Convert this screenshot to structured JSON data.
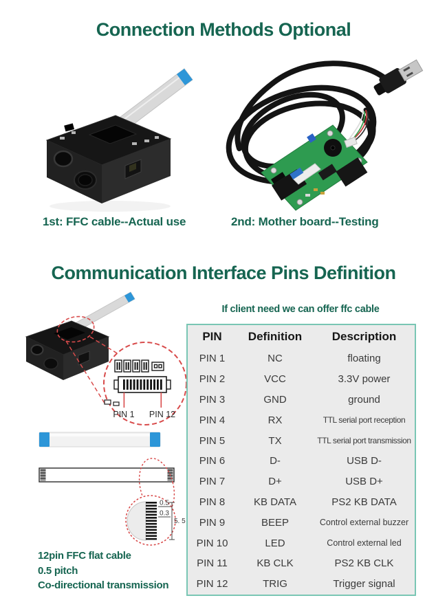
{
  "colors": {
    "accent_green": "#166551",
    "table_border": "#79c6b4",
    "table_background": "#ebebeb",
    "cable_blue": "#2d96d8",
    "callout_red": "#d84a4a",
    "pcb_green": "#2e9b50"
  },
  "section1": {
    "title": "Connection Methods Optional",
    "caption_left": "1st: FFC cable--Actual use",
    "caption_right": "2nd: Mother board--Testing"
  },
  "section2": {
    "title": "Communication Interface Pins Definition",
    "subtitle": "If client need we can offer ffc cable",
    "diagram": {
      "pin1_label": "PIN 1",
      "pin12_label": "PIN 12",
      "dim_pitch": "0.5",
      "dim_contact": "0.3",
      "dim_depth": "5. 5"
    },
    "notes": {
      "line1": "12pin FFC flat cable",
      "line2": "0.5 pitch",
      "line3": "Co-directional transmission"
    },
    "table": {
      "headers": {
        "pin": "PIN",
        "definition": "Definition",
        "description": "Description"
      },
      "rows": [
        {
          "pin": "PIN 1",
          "definition": "NC",
          "description": "floating"
        },
        {
          "pin": "PIN 2",
          "definition": "VCC",
          "description": "3.3V power"
        },
        {
          "pin": "PIN 3",
          "definition": "GND",
          "description": "ground"
        },
        {
          "pin": "PIN 4",
          "definition": "RX",
          "description": "TTL serial port reception"
        },
        {
          "pin": "PIN 5",
          "definition": "TX",
          "description": "TTL serial port transmission"
        },
        {
          "pin": "PIN 6",
          "definition": "D-",
          "description": "USB D-"
        },
        {
          "pin": "PIN 7",
          "definition": "D+",
          "description": "USB D+"
        },
        {
          "pin": "PIN 8",
          "definition": "KB DATA",
          "description": "PS2 KB DATA"
        },
        {
          "pin": "PIN 9",
          "definition": "BEEP",
          "description": "Control external buzzer"
        },
        {
          "pin": "PIN 10",
          "definition": "LED",
          "description": "Control external led"
        },
        {
          "pin": "PIN 11",
          "definition": "KB CLK",
          "description": "PS2 KB CLK"
        },
        {
          "pin": "PIN 12",
          "definition": "TRIG",
          "description": "Trigger signal"
        }
      ]
    }
  }
}
